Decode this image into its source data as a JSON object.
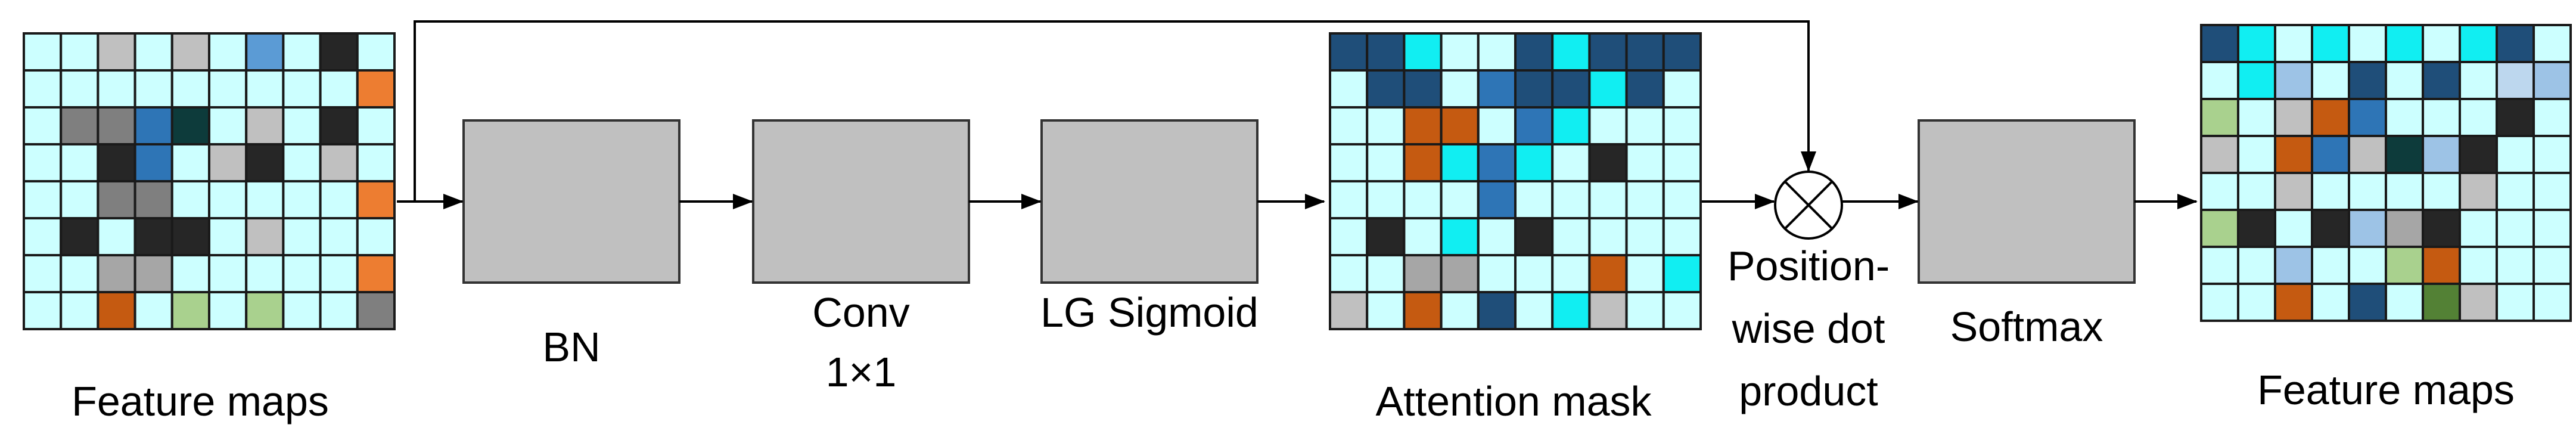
{
  "labels": {
    "input_maps": "Feature maps",
    "bn": "BN",
    "conv_line1": "Conv",
    "conv_line2": "1×1",
    "lg_sigmoid": "LG Sigmoid",
    "attention_mask": "Attention mask",
    "dot_line1": "Position-",
    "dot_line2": "wise dot",
    "dot_line3": "product",
    "softmax": "Softmax",
    "output_maps": "Feature maps"
  },
  "icons": {
    "dot_product": "circled-times-icon",
    "arrow": "arrow-right-icon"
  },
  "colors": {
    "grid_border": "#1a1a1a",
    "box_fill": "#c0c0c0",
    "box_border": "#333333",
    "arrow": "#000000",
    "palette": {
      "L": "#ccffff",
      "C": "#11eef2",
      "N": "#1f4e79",
      "B": "#2e75b6",
      "S": "#5b9bd5",
      "P": "#9dc3e6",
      "K": "#262626",
      "D": "#7f7f7f",
      "G": "#a6a6a6",
      "H": "#c0c0c0",
      "O": "#c55a11",
      "F": "#ed7d31",
      "E": "#a9d18e",
      "Q": "#538135",
      "T": "#0d3b3b",
      "W": "#bdd7ee"
    }
  },
  "grids": {
    "input": [
      "LLHLHLSLKL",
      "LLLLLLLLLF",
      "LDDBTLHLKL",
      "LLKBLHKLHL",
      "LLDDLLLLLF",
      "LKLKKLHLLL",
      "LLGGLLLLLF",
      "LLOLELELLD"
    ],
    "attention": [
      "NNCLLNCNNN",
      "LNNLBNNCNL",
      "LLOOLBCLLL",
      "LLOCBCLKLL",
      "LLLLBLLLLL",
      "LKLCLKLLLL",
      "LLGGLLLOLC",
      "HLOLNLCHLL"
    ],
    "output": [
      "NCLCLCLCNL",
      "LCPLNLNLWP",
      "ELHOBLLLKL",
      "HLOBHTPKLL",
      "LLHLLLLHLL",
      "EKLKPGKLLL",
      "LLPLLEOLLL",
      "LLOLNLQHLL"
    ]
  }
}
